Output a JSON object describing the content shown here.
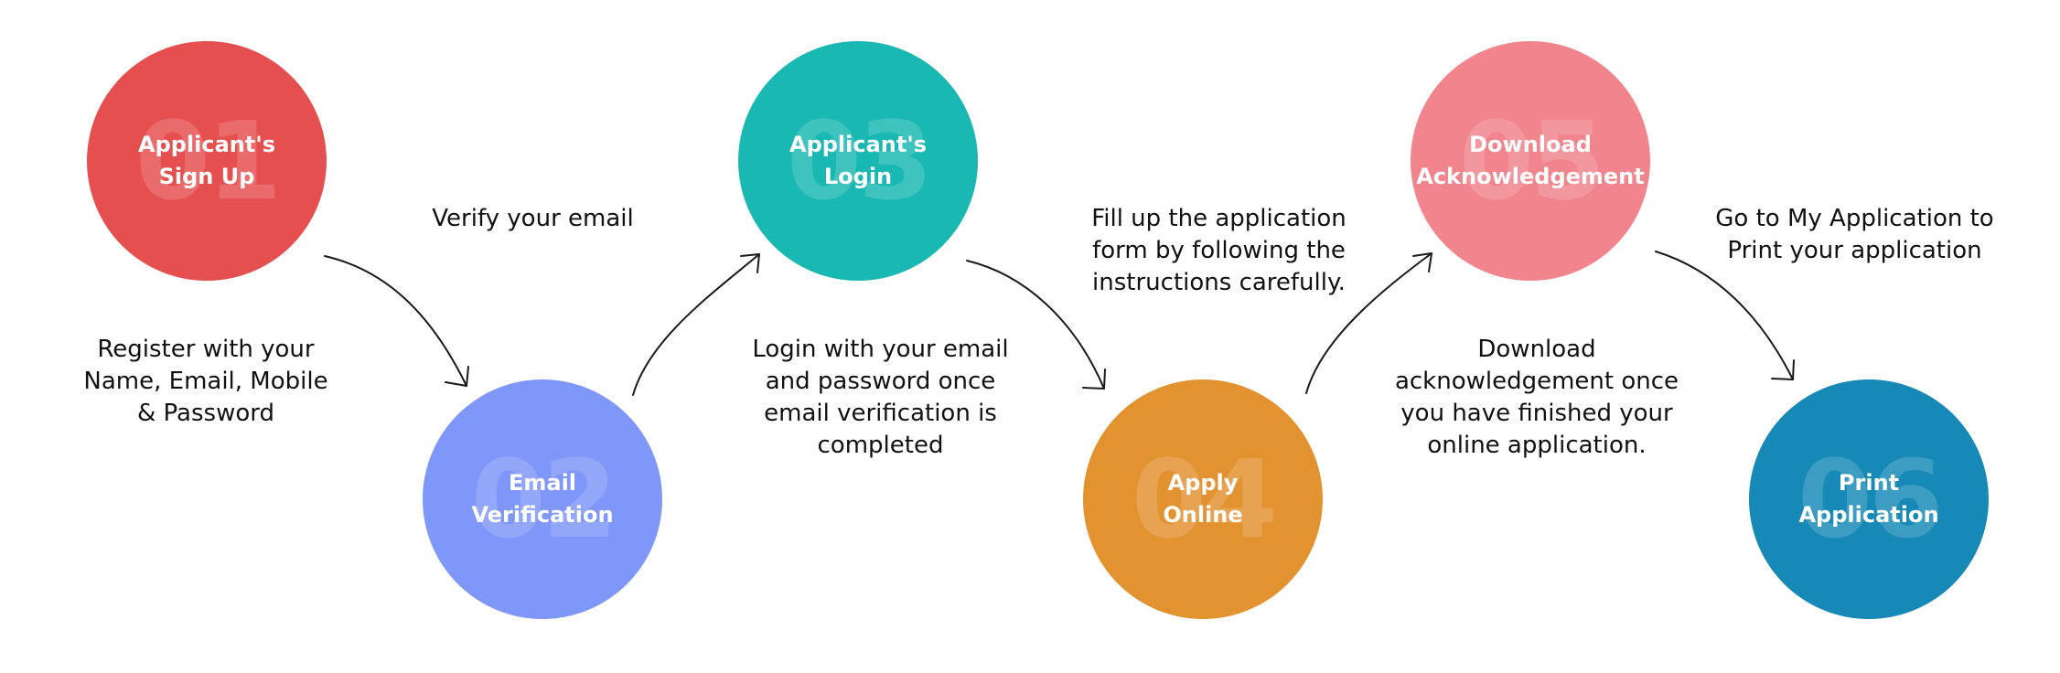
{
  "colors": {
    "step1": "#e64f4f",
    "step2": "#7f97f8",
    "step3": "#1ab8b3",
    "step4": "#e39230",
    "step5": "#f1848c",
    "step6": "#1789b6",
    "arrow": "#1a1a1a",
    "text": "#111111"
  },
  "steps": [
    {
      "number": "01",
      "title": "Applicant's\nSign Up",
      "description": "Register with your\nName, Email, Mobile\n& Password"
    },
    {
      "number": "02",
      "title": "Email\nVerification",
      "description": "Verify your email"
    },
    {
      "number": "03",
      "title": "Applicant's\nLogin",
      "description": "Login with your email\nand password once\nemail verification is\ncompleted"
    },
    {
      "number": "04",
      "title": "Apply\nOnline",
      "description": "Fill up the application\nform by following the\ninstructions carefully."
    },
    {
      "number": "05",
      "title": "Download\nAcknowledgement",
      "description": "Download\nacknowledgement once\nyou have finished your\nonline application."
    },
    {
      "number": "06",
      "title": "Print\nApplication",
      "description": "Go to My Application to\nPrint your application"
    }
  ]
}
